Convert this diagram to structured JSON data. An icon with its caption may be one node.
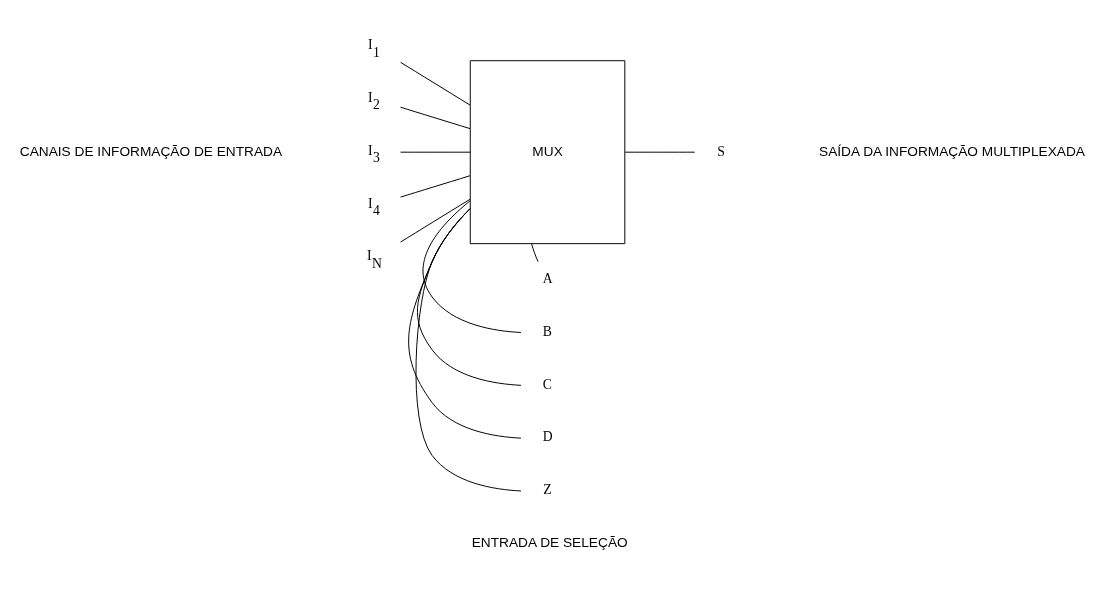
{
  "diagram": {
    "nodes": [
      {
        "text": [
          "MUX"
        ]
      },
      {
        "text": [
          "I$_{1}$"
        ]
      },
      {
        "text": [
          "I$_{2}$"
        ]
      },
      {
        "text": [
          "I$_{3}$"
        ]
      },
      {
        "text": [
          "I$_{4}$"
        ]
      },
      {
        "text": [
          "I$_{N}$"
        ]
      },
      {
        "text": [
          "S"
        ]
      },
      {
        "text": [
          "A"
        ]
      },
      {
        "text": [
          "B"
        ]
      },
      {
        "text": [
          "C"
        ]
      },
      {
        "text": [
          "D"
        ]
      },
      {
        "text": [
          "Z"
        ]
      }
    ],
    "edges": [
      {
        "from": 1,
        "to": 0,
        "arrow": "none"
      },
      {
        "from": 2,
        "to": 0,
        "arrow": "none"
      },
      {
        "from": 3,
        "to": 0,
        "arrow": "none"
      },
      {
        "from": 4,
        "to": 0,
        "arrow": "none"
      },
      {
        "from": 5,
        "to": 0,
        "arrow": "none"
      },
      {
        "from": 0,
        "to": 6,
        "arrow": "none"
      },
      {
        "from": 7,
        "to": 0,
        "arrow": "none"
      },
      {
        "from": 8,
        "to": 0,
        "arrow": "none"
      },
      {
        "from": 9,
        "to": 0,
        "arrow": "none"
      },
      {
        "from": 10,
        "to": 0,
        "arrow": "none"
      },
      {
        "from": 11,
        "to": 0,
        "arrow": "none"
      }
    ],
    "labels": [
      "CANAIS DE INFORMAÇÃO DE ENTRADA",
      "SAÍDA DA INFORMAÇÃO MULTIPLEXADA",
      "ENTRADA DE SELEÇÃO"
    ]
  }
}
